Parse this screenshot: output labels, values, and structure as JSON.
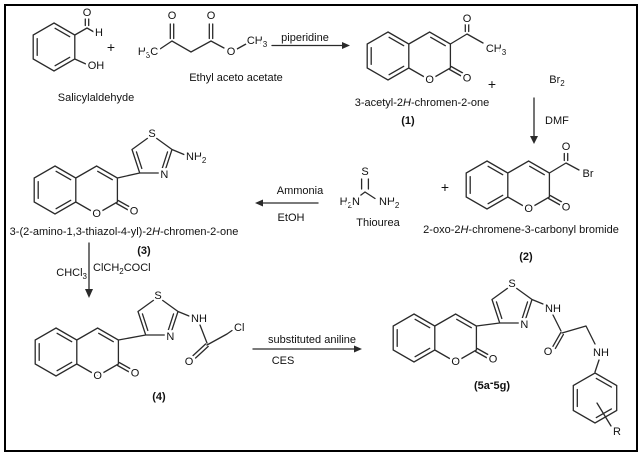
{
  "scheme": {
    "plus1": "+",
    "plus2": "+",
    "plus3": "+",
    "arrow1": {
      "label": "piperidine"
    },
    "arrow2": {
      "reagent": [
        "Br",
        "2"
      ],
      "label": "DMF"
    },
    "arrow3": {
      "above": "Ammonia",
      "below": "EtOH"
    },
    "arrow4": {
      "left": [
        "CHCl",
        "3"
      ],
      "right": [
        "ClCH",
        "2",
        "COCl"
      ]
    },
    "arrow5": {
      "above": "substituted aniline",
      "below": "CES"
    }
  },
  "salicylaldehyde": {
    "caption": "Salicylaldehyde",
    "o": "O",
    "h": "H",
    "oh": "OH"
  },
  "ethylacetoacetate": {
    "caption": "Ethyl aceto acetate",
    "h3c": [
      "H",
      "3",
      "C"
    ],
    "o1": "O",
    "o2": "O",
    "oester": "O",
    "ch3": [
      "CH",
      "3"
    ]
  },
  "compound1": {
    "caption": [
      "3-acetyl-2",
      "H",
      "-chromen-2-one"
    ],
    "number": "(1)",
    "ringO": "O",
    "exoO": "O",
    "acetylO": "O",
    "ch3": [
      "CH",
      "3"
    ]
  },
  "compound2": {
    "caption": [
      "2-oxo-2",
      "H",
      "-chromene-3-carbonyl bromide"
    ],
    "number": "(2)",
    "ringO": "O",
    "exoO": "O",
    "acylO": "O",
    "br": "Br"
  },
  "thiourea": {
    "caption": "Thiourea",
    "s": "S",
    "h2n": [
      "H",
      "2",
      "N"
    ],
    "nh2": [
      "NH",
      "2"
    ]
  },
  "compound3": {
    "caption": [
      "3-(2-amino-1,3-thiazol-4-yl)-2",
      "H",
      "-chromen-2-one"
    ],
    "number": "(3)",
    "ringO": "O",
    "exoO": "O",
    "s": "S",
    "n": "N",
    "nh2": [
      "NH",
      "2"
    ]
  },
  "compound4": {
    "number": "(4)",
    "ringO": "O",
    "exoO": "O",
    "s": "S",
    "n": "N",
    "nh": "NH",
    "amideO": "O",
    "cl": "Cl"
  },
  "compound5": {
    "number": [
      "(5a",
      "-",
      "5g)"
    ],
    "ringO": "O",
    "exoO": "O",
    "s": "S",
    "n": "N",
    "nh1": "NH",
    "amideO": "O",
    "nh2": "NH",
    "r": "R"
  }
}
